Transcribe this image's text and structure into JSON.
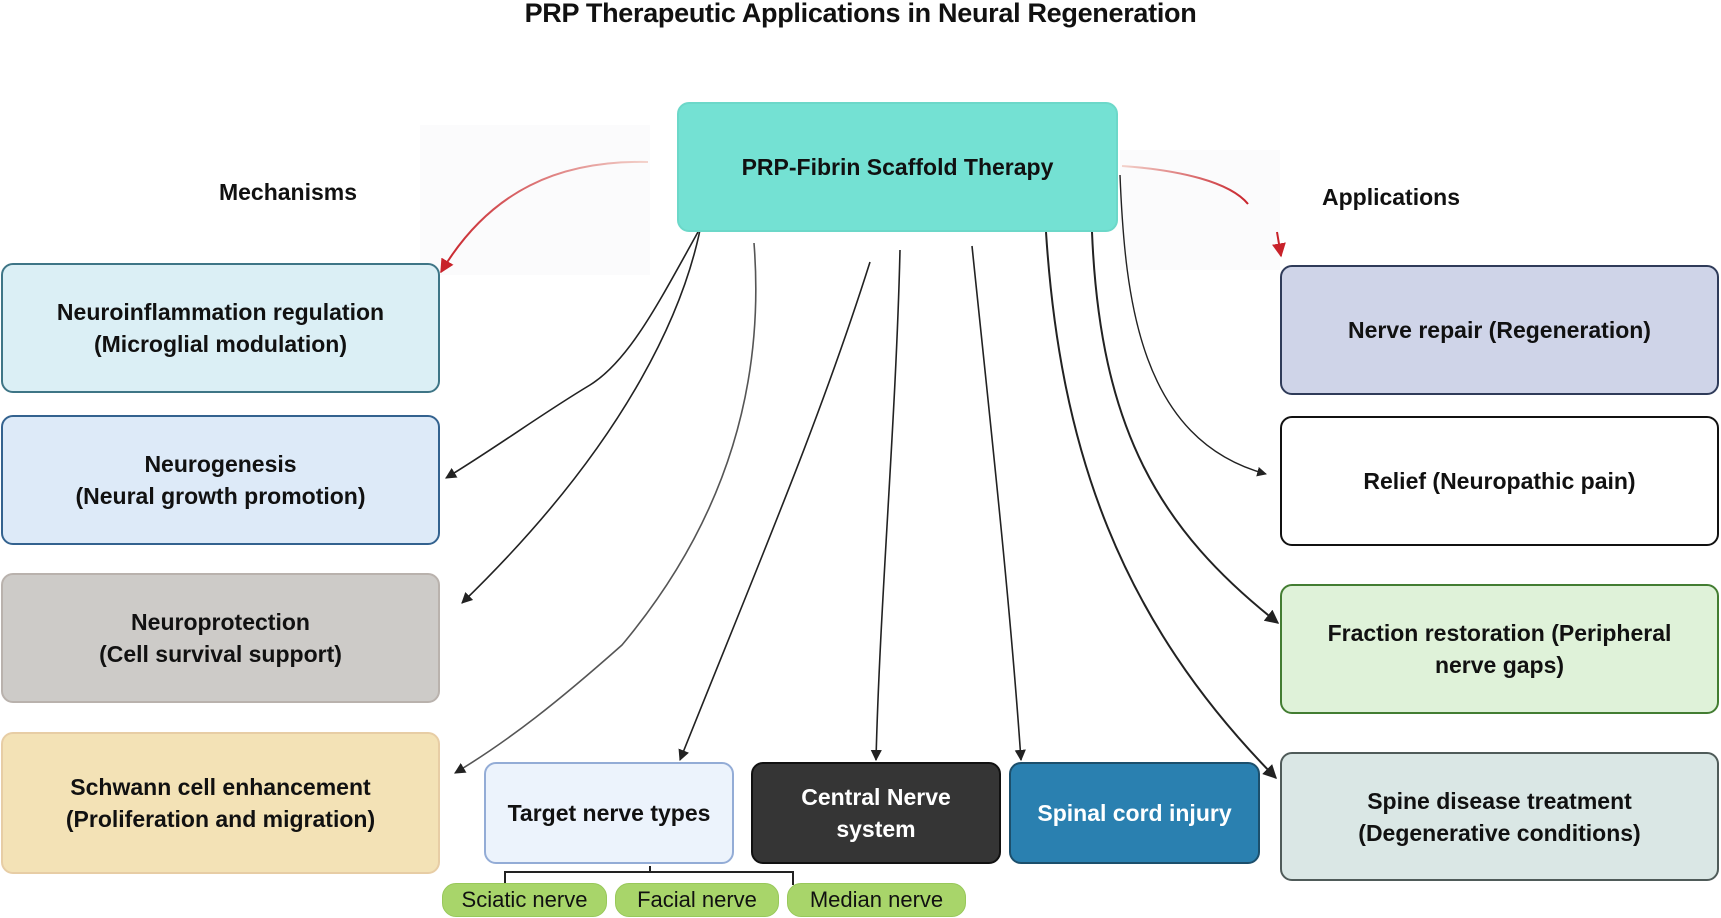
{
  "title": "PRP Therapeutic Applications in Neural Regeneration",
  "center": {
    "label": "PRP-Fibrin Scaffold Therapy",
    "color": "#74e1d3"
  },
  "sections": {
    "left": "Mechanisms",
    "right": "Applications"
  },
  "mechanisms": [
    {
      "label": "Neuroinflammation regulation\n(Microglial modulation)",
      "fill": "#dbeff5",
      "border": "#3e7586"
    },
    {
      "label": "Neurogenesis\n(Neural growth promotion)",
      "fill": "#ddeaf8",
      "border": "#33628f"
    },
    {
      "label": "Neuroprotection\n(Cell survival support)",
      "fill": "#cdcbc8",
      "border": "#b9b2ad"
    },
    {
      "label": "Schwann cell enhancement\n(Proliferation and migration)",
      "fill": "#f3e2b6",
      "border": "#e7cda5"
    }
  ],
  "applications": [
    {
      "label": "Nerve repair (Regeneration)",
      "fill": "#cfd4e8",
      "border": "#2f3b59"
    },
    {
      "label": "Relief (Neuropathic pain)",
      "fill": "#ffffff",
      "border": "#111111"
    },
    {
      "label": "Fraction restoration (Peripheral\nnerve gaps)",
      "fill": "#dff2d9",
      "border": "#437d32"
    },
    {
      "label": "Spine disease treatment\n(Degenerative conditions)",
      "fill": "#dae7e5",
      "border": "#4f5b59"
    }
  ],
  "targets": [
    {
      "label": "Target nerve types",
      "fill": "#ecf3fc",
      "border": "#93acd6",
      "text": "#111111"
    },
    {
      "label": "Central Nerve\nsystem",
      "fill": "#353535",
      "border": "#111111",
      "text": "#ffffff"
    },
    {
      "label": "Spinal cord injury",
      "fill": "#2a80b0",
      "border": "#1c4f6c",
      "text": "#ffffff"
    }
  ],
  "nerve_types": [
    "Sciatic nerve",
    "Facial nerve",
    "Median nerve"
  ],
  "colors": {
    "red_arrow": "#c8222a",
    "black_arrow": "#222222",
    "pill": "#a8d56a"
  }
}
